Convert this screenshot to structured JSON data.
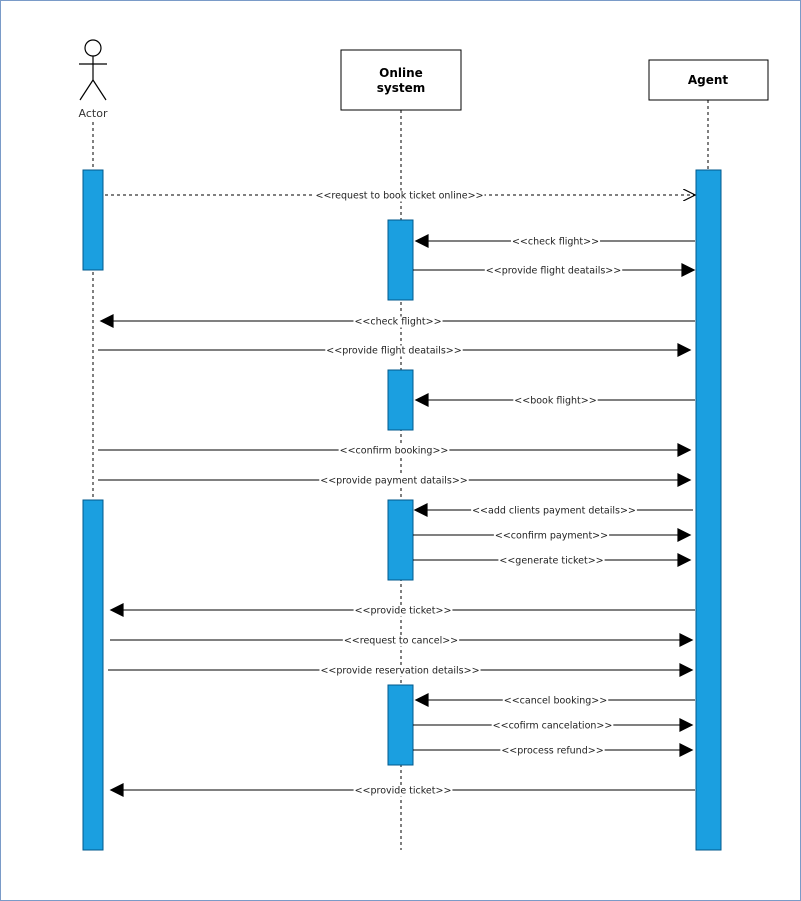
{
  "participants": {
    "actor": {
      "label": "Actor"
    },
    "online_system": {
      "line1": "Online",
      "line2": "system"
    },
    "agent": {
      "label": "Agent"
    }
  },
  "colors": {
    "activation_fill": "#1b9fe0",
    "frame_border": "#7a9bc8"
  },
  "messages": [
    {
      "label": "<<request to book ticket online>>",
      "from": "actor",
      "to": "agent",
      "style": "dashed-open"
    },
    {
      "label": "<<check flight>>",
      "from": "agent",
      "to": "online_system",
      "style": "solid"
    },
    {
      "label": "<<provide flight deatails>>",
      "from": "online_system",
      "to": "agent",
      "style": "solid"
    },
    {
      "label": "<<check flight>>",
      "from": "agent",
      "to": "actor",
      "style": "solid"
    },
    {
      "label": "<<provide flight deatails>>",
      "from": "actor",
      "to": "agent",
      "style": "solid"
    },
    {
      "label": "<<book flight>>",
      "from": "agent",
      "to": "online_system",
      "style": "solid"
    },
    {
      "label": "<<confirm booking>>",
      "from": "actor",
      "to": "agent",
      "style": "solid"
    },
    {
      "label": "<<provide payment datails>>",
      "from": "actor",
      "to": "agent",
      "style": "solid"
    },
    {
      "label": "<<add clients payment details>>",
      "from": "agent",
      "to": "online_system",
      "style": "solid"
    },
    {
      "label": "<<confirm payment>>",
      "from": "online_system",
      "to": "agent",
      "style": "solid"
    },
    {
      "label": "<<generate ticket>>",
      "from": "online_system",
      "to": "agent",
      "style": "solid"
    },
    {
      "label": "<<provide ticket>>",
      "from": "agent",
      "to": "actor",
      "style": "solid"
    },
    {
      "label": "<<request to cancel>>",
      "from": "actor",
      "to": "agent",
      "style": "solid"
    },
    {
      "label": "<<provide reservation details>>",
      "from": "actor",
      "to": "agent",
      "style": "solid"
    },
    {
      "label": "<<cancel booking>>",
      "from": "agent",
      "to": "online_system",
      "style": "solid"
    },
    {
      "label": "<<cofirm cancelation>>",
      "from": "online_system",
      "to": "agent",
      "style": "solid"
    },
    {
      "label": "<<process refund>>",
      "from": "online_system",
      "to": "agent",
      "style": "solid"
    },
    {
      "label": "<<provide ticket>>",
      "from": "agent",
      "to": "actor",
      "style": "solid"
    }
  ]
}
